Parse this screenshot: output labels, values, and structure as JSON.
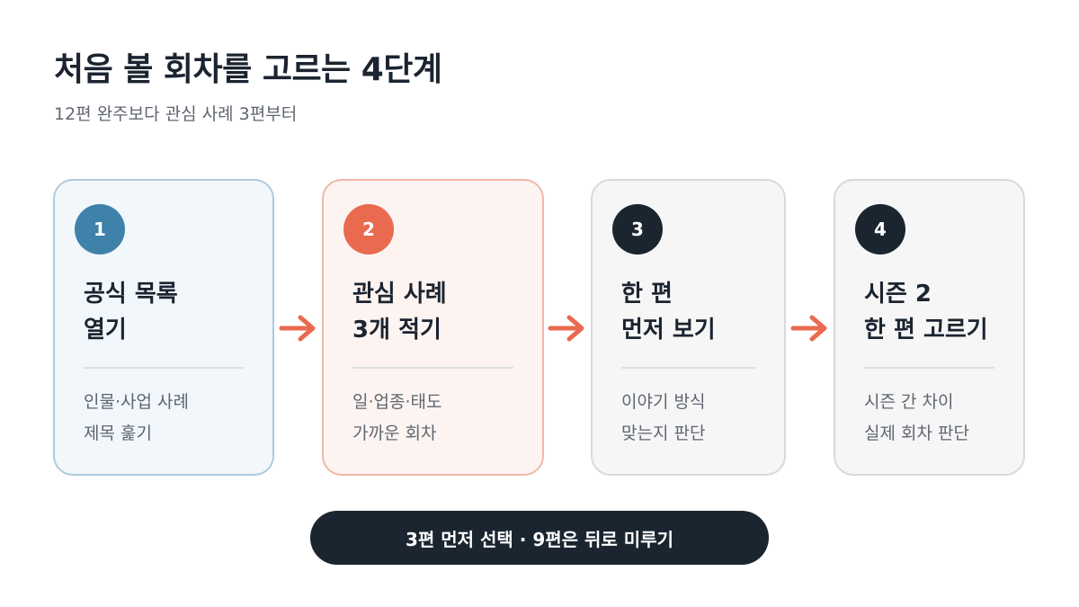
{
  "header": {
    "title": "처음 볼 회차를 고르는 4단계",
    "subtitle": "12편 완주보다 관심 사례 3편부터"
  },
  "steps": [
    {
      "number": "1",
      "title_lines": [
        "공식 목록",
        "열기"
      ],
      "desc_lines": [
        "인물·사업 사례",
        "제목 훑기"
      ]
    },
    {
      "number": "2",
      "title_lines": [
        "관심 사례",
        "3개 적기"
      ],
      "desc_lines": [
        "일·업종·태도",
        "가까운 회차"
      ]
    },
    {
      "number": "3",
      "title_lines": [
        "한 편",
        "먼저 보기"
      ],
      "desc_lines": [
        "이야기 방식",
        "맞는지 판단"
      ]
    },
    {
      "number": "4",
      "title_lines": [
        "시즌 2",
        "한 편 고르기"
      ],
      "desc_lines": [
        "시즌 간 차이",
        "실제 회차 판단"
      ]
    }
  ],
  "footer": {
    "summary": "3편 먼저 선택 · 9편은 뒤로 미루기"
  },
  "colors": {
    "step1_accent": "#3f82a9",
    "step2_accent": "#e96a4f",
    "dark": "#1b2530",
    "arrow": "#e96a4f"
  },
  "icons": {
    "connector": "arrow-right-icon"
  }
}
